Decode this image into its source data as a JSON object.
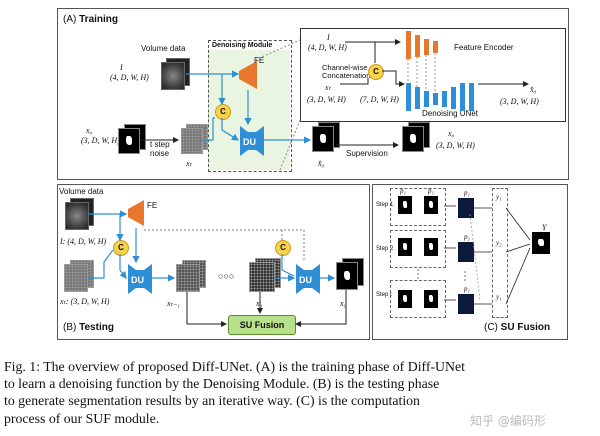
{
  "panelA": {
    "title_prefix": "(A)",
    "title": "Training",
    "volume_label": "Volume data",
    "I_symbol": "I",
    "I_shape": "(4, D, W, H)",
    "fe_label": "FE",
    "denoising_module": "Denoising Module",
    "x0_symbol": "x₀",
    "x0_shape": "(3, D, W, H)",
    "t_step_noise": "t step\nnoise",
    "xt_symbol": "xₜ",
    "du_label": "DU",
    "c_label": "C",
    "x0hat_symbol": "x̂₀",
    "supervision": "Supervision",
    "x0_right_symbol": "x₀",
    "x0_right_shape": "(3, D, W, H)"
  },
  "inset": {
    "I_symbol": "I",
    "I_shape": "(4, D, W, H)",
    "channel_concat": "Channel-wise\nConcatenation",
    "feature_encoder": "Feature Encoder",
    "xt_symbol": "xₜ",
    "xt_shape": "(3, D, W, H)",
    "concat_shape": "(7, D, W, H)",
    "c_label": "C",
    "unet_label": "Denoising UNet",
    "out_symbol": "x̂₀",
    "out_shape": "(3, D, W, H)"
  },
  "panelB": {
    "title_prefix": "(B)",
    "title": "Testing",
    "volume_label": "Volume data",
    "fe_label": "FE",
    "I_line": "I: (4, D, W, H)",
    "xt_line": "xₜ: (3, D, W, H)",
    "du_label": "DU",
    "c_label": "C",
    "dots": "○○○",
    "xt1_symbol": "xₜ₋₁",
    "x1_symbol": "x₁",
    "x0_symbol": "x₀",
    "suf_label": "SU Fusion"
  },
  "panelC": {
    "title_prefix": "(C)",
    "title": "SU Fusion",
    "steps": [
      "Step 1",
      "Step 2",
      "Step t"
    ],
    "p_labels": [
      "p̂₁",
      "p̂₁",
      "p₁"
    ],
    "y_labels": [
      "y₁",
      "y₂",
      "y₁"
    ],
    "p_mid": [
      "p₁",
      "p₂",
      "p₁"
    ],
    "y_out": "Y"
  },
  "caption": {
    "lines": [
      "Fig. 1: The overview of proposed Diff-UNet. (A) is the training phase of Diff-UNet",
      "to learn a denoising function by the Denoising Module. (B) is the testing phase",
      "to generate segmentation results by an iterative way. (C) is the computation",
      "process of our SUF module."
    ],
    "watermark": "知乎 @编码形"
  },
  "colors": {
    "fe_orange": "#e8772e",
    "du_blue": "#2f8fd6",
    "concat_yellow": "#f8d24a",
    "suf_green": "#b7e08a",
    "denoise_bg": "#e9f5e1"
  }
}
